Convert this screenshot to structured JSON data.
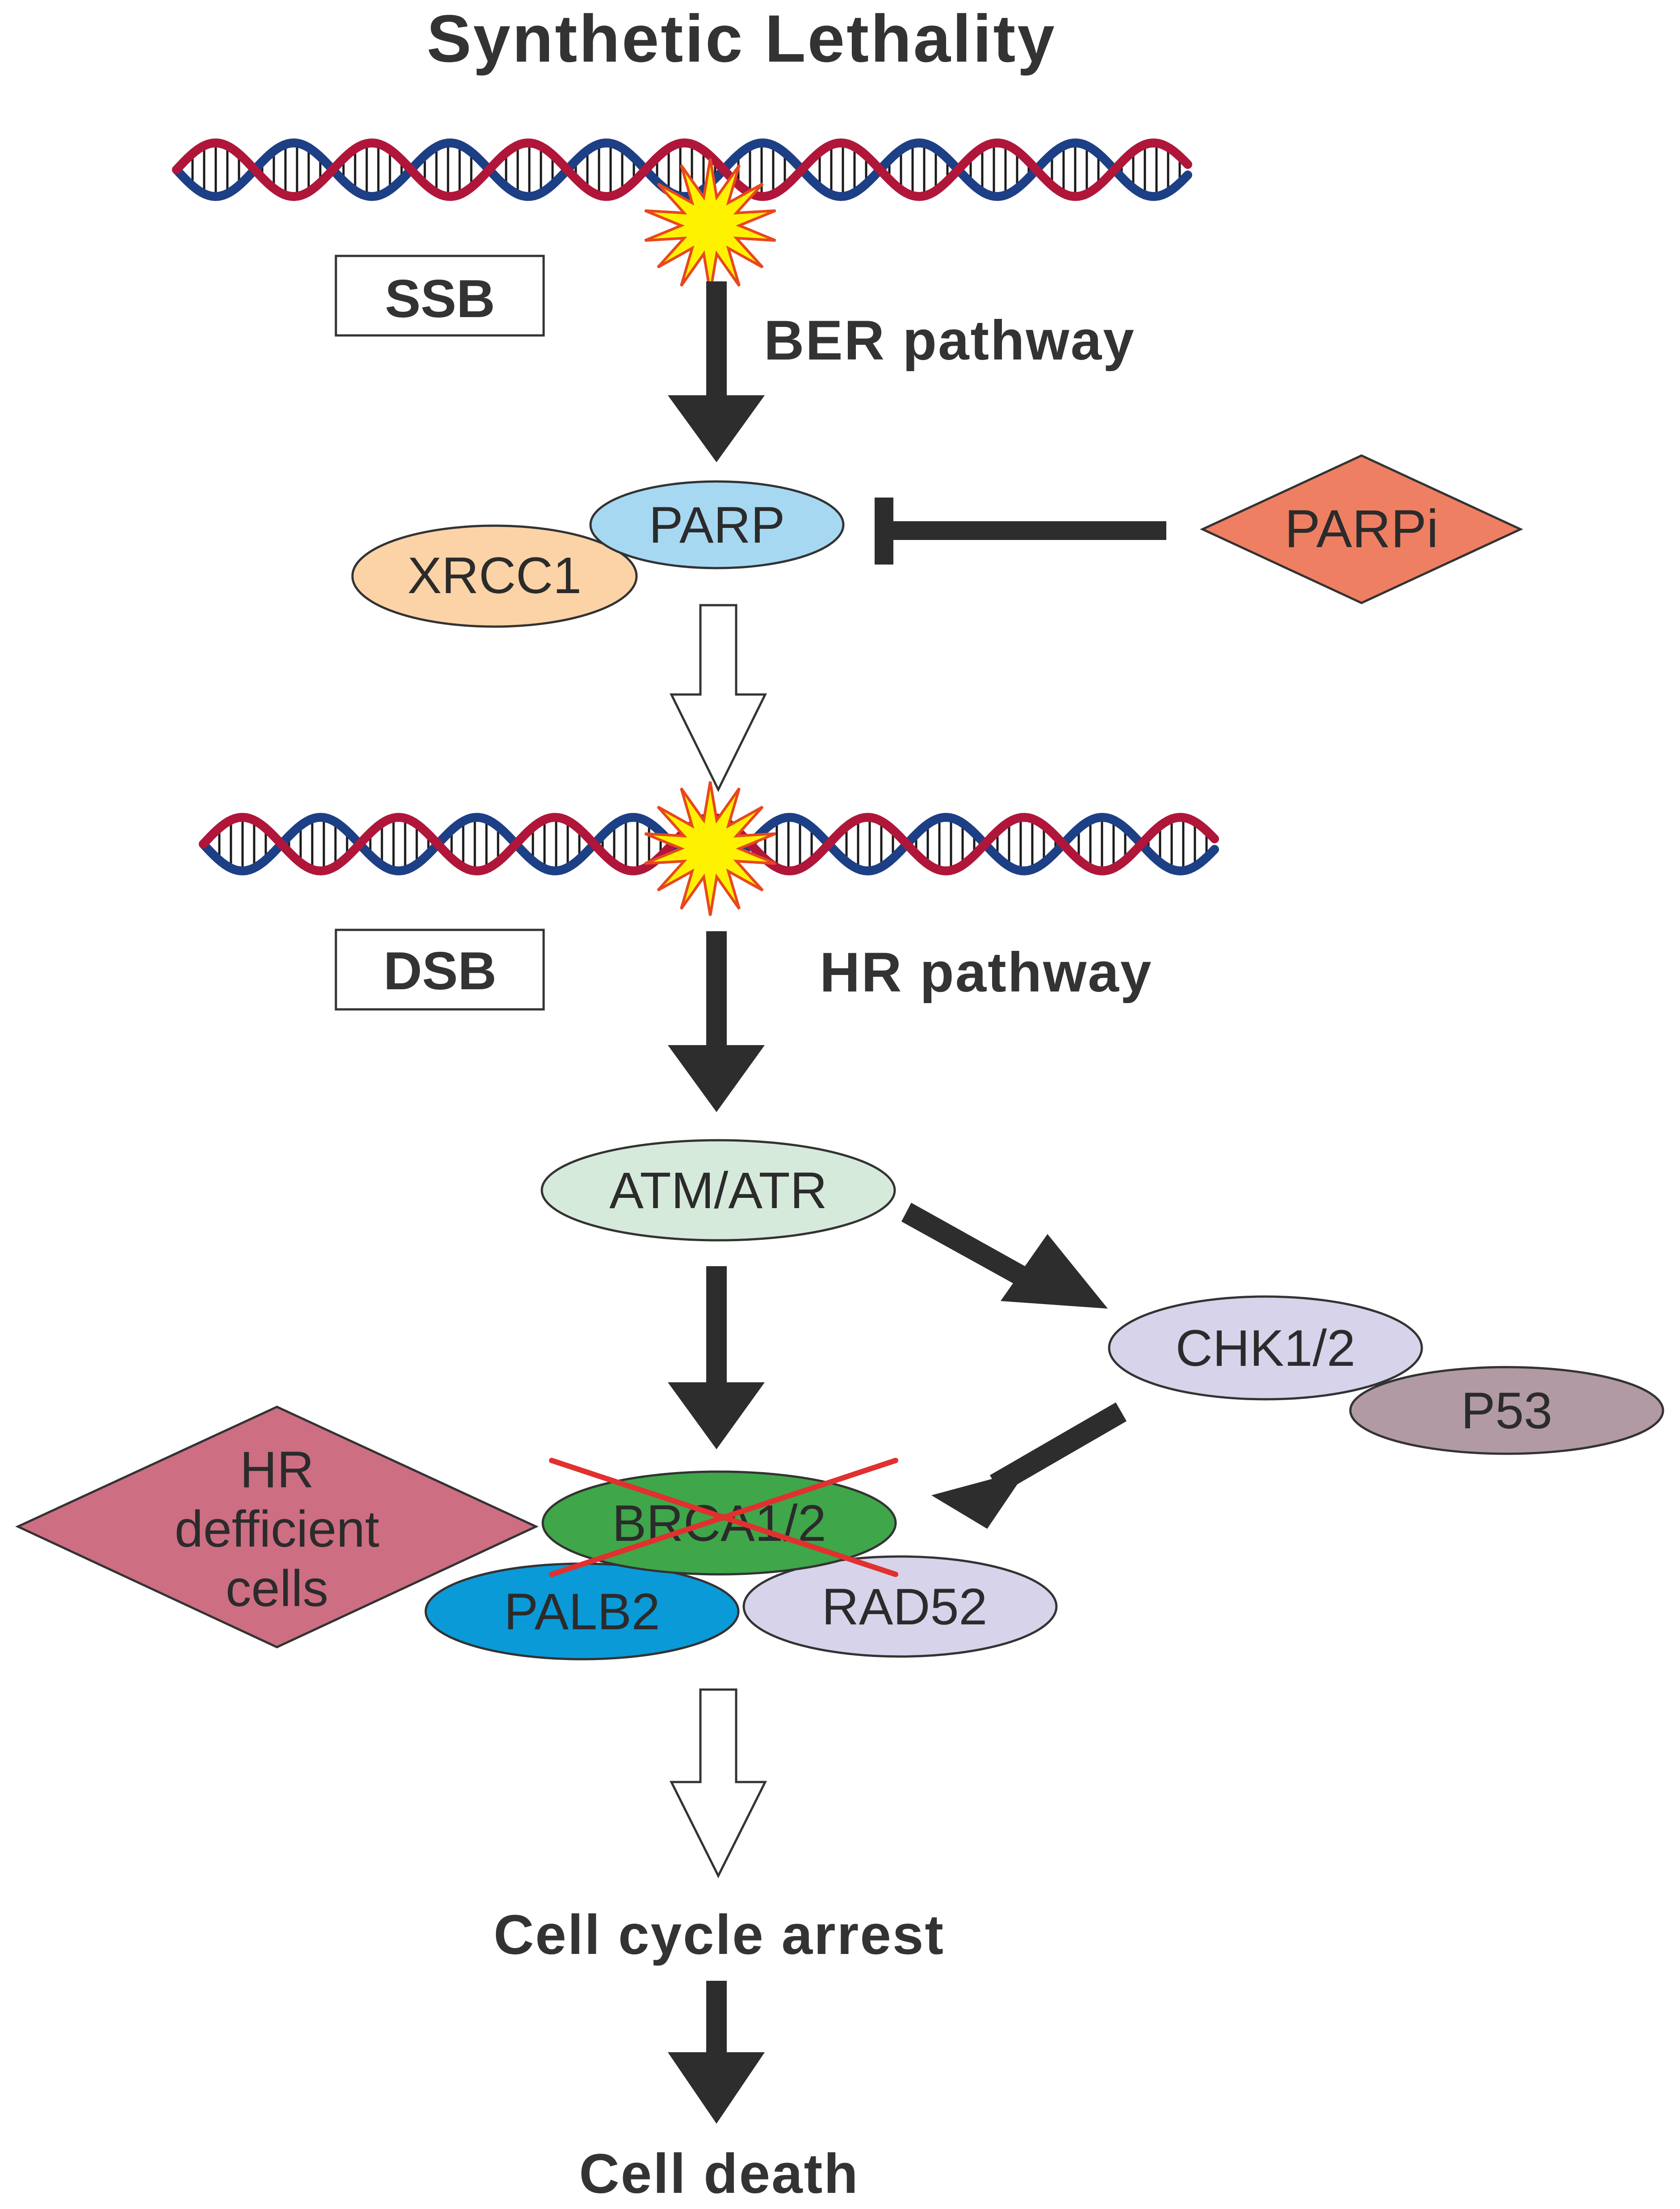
{
  "title": "Synthetic Lethality",
  "labels": {
    "ssb": "SSB",
    "dsb": "DSB",
    "ber_pathway": "BER pathway",
    "hr_pathway": "HR pathway",
    "cell_cycle_arrest": "Cell cycle arrest",
    "cell_death": "Cell death"
  },
  "nodes": {
    "parp": "PARP",
    "xrcc1": "XRCC1",
    "parpi": "PARPi",
    "atm_atr": "ATM/ATR",
    "chk1_2": "CHK1/2",
    "p53": "P53",
    "brca1_2": "BRCA1/2",
    "palb2": "PALB2",
    "rad52": "RAD52",
    "hr_deficient": [
      "HR",
      "defficient",
      "cells"
    ]
  },
  "colors": {
    "dna_strand_red": "#b0163a",
    "dna_strand_blue": "#1d3f86",
    "damage_star_fill": "#fff200",
    "damage_star_stroke": "#e8471e",
    "parp": "#a6d8f2",
    "xrcc1": "#fcd3a6",
    "parpi": "#ef7f62",
    "atm_atr": "#d6eadc",
    "chk1_2": "#d6d3ea",
    "p53": "#b19aa4",
    "brca1_2": "#3fa64a",
    "brca_cross": "#e0312f",
    "palb2": "#0a9ad8",
    "rad52": "#d6d3ea",
    "hr_deficient": "#cd6e83",
    "arrow": "#2d2d2d"
  }
}
